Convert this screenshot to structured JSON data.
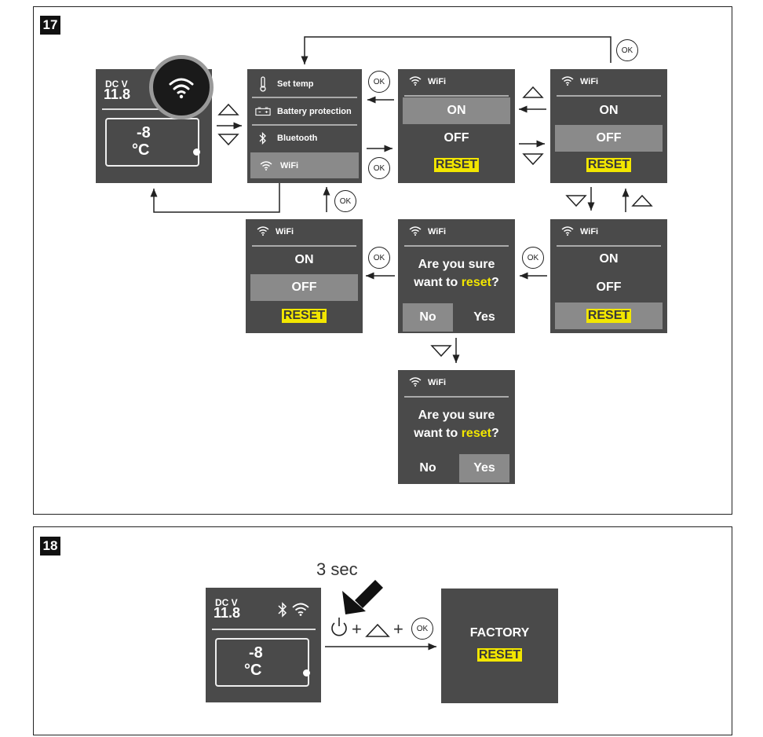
{
  "fig17": {
    "badge": "17",
    "home": {
      "dcv_label": "DC V",
      "dcv_value": "11.8",
      "temp": "-8",
      "unit": "°C"
    },
    "menu": {
      "items": [
        "Set temp",
        "Battery protection",
        "Bluetooth",
        "WiFi"
      ],
      "selected": "WiFi"
    },
    "wifi_title": "WiFi",
    "opt_on": "ON",
    "opt_off": "OFF",
    "opt_reset": "RESET",
    "confirm_q1": "Are you sure",
    "confirm_q2_pre": "want to ",
    "confirm_q2_word": "reset",
    "confirm_q2_post": "?",
    "no": "No",
    "yes": "Yes",
    "ok": "OK"
  },
  "fig18": {
    "badge": "18",
    "hold": "3 sec",
    "home": {
      "dcv_label": "DC V",
      "dcv_value": "11.8",
      "temp": "-8",
      "unit": "°C"
    },
    "result_line1": "FACTORY",
    "result_line2": "RESET",
    "plus": "+",
    "ok": "OK"
  }
}
